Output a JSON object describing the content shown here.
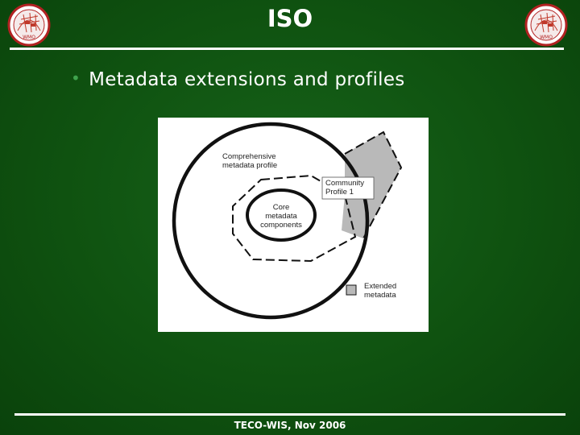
{
  "slide": {
    "title": "ISO",
    "bullet": "Metadata extensions and profiles",
    "footer": "TECO-WIS, Nov 2006"
  },
  "logos": [
    {
      "icon": "wmo-logo-icon",
      "text": "WMO"
    },
    {
      "icon": "wmo-logo-icon",
      "text": "WMO"
    }
  ],
  "diagram": {
    "labels": {
      "comprehensive": [
        "Comprehensive",
        "metadata profile"
      ],
      "community": [
        "Community",
        "Profile 1"
      ],
      "core": [
        "Core",
        "metadata",
        "components"
      ],
      "legend": [
        "Extended",
        "metadata"
      ]
    },
    "colors": {
      "extended_fill": "#b9b9b9",
      "stroke": "#111111",
      "background": "#ffffff"
    }
  },
  "theme": {
    "background": "#0f5210",
    "text": "#ffffff",
    "bullet_color": "#3fa34d"
  }
}
